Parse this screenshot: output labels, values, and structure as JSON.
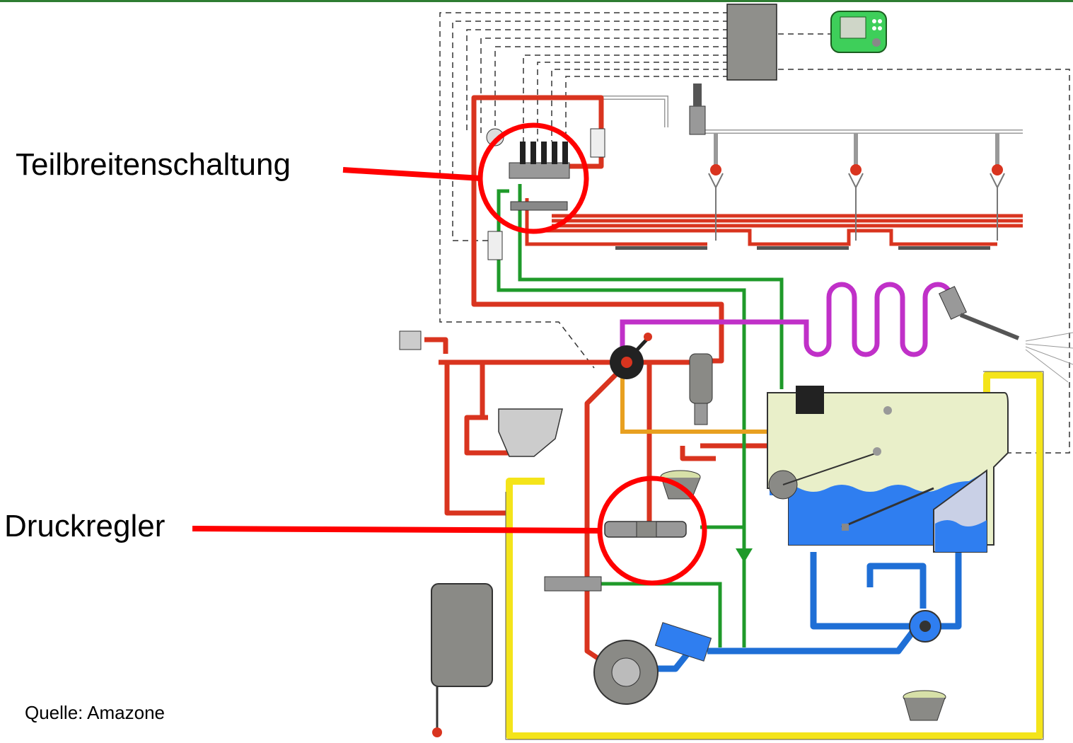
{
  "labels": {
    "partial_width_switching": "Teilbreitenschaltung",
    "pressure_regulator": "Druckregler",
    "source": "Quelle: Amazone"
  },
  "colors": {
    "header_bar": "#2e7d32",
    "pressure_line": "#d9341f",
    "return_line": "#1f9a2a",
    "suction_line": "#1f6fd6",
    "cleaning_line": "#f4e41a",
    "agitator_line": "#e8a020",
    "hose_reel_line": "#c030c8",
    "highlight_circle": "#ff0000",
    "tank_fill": "#e9efc9",
    "tank_water": "#2f7ef0",
    "component_gray": "#8a8a86",
    "terminal_green": "#3ecf5a"
  },
  "icons": [
    "terminal-icon",
    "control-box-icon",
    "pump-icon",
    "filter-icon",
    "nozzle-icon",
    "valve-icon"
  ]
}
